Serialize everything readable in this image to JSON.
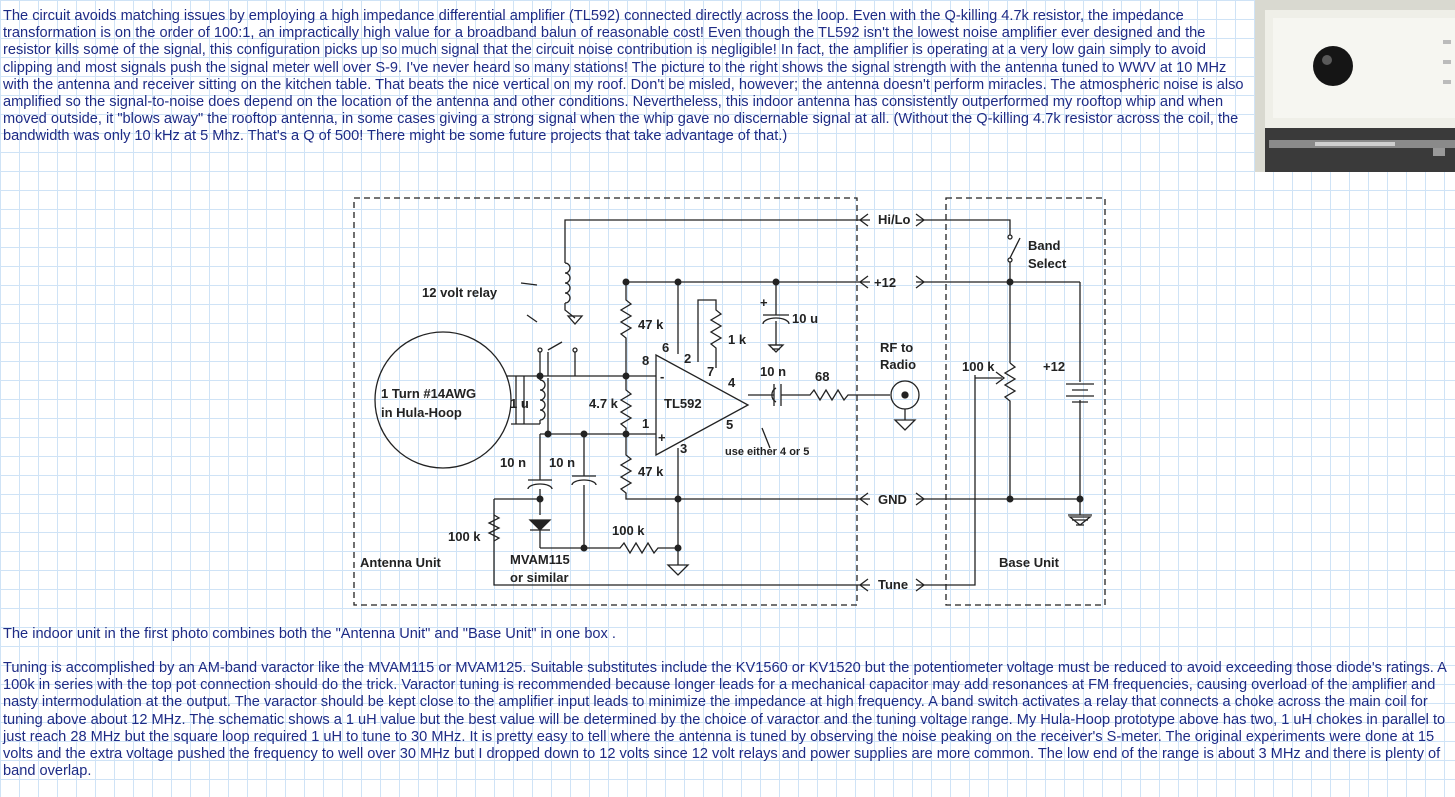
{
  "paragraphs": {
    "intro": "The circuit avoids matching issues by employing a high impedance differential amplifier (TL592) connected directly across the loop. Even with the Q-killing 4.7k resistor, the impedance transformation is on the order of 100:1, an impractically high value for a broadband balun of reasonable cost! Even though the TL592 isn't the lowest noise amplifier ever designed and the resistor kills some of the signal, this configuration picks up so much signal that the circuit noise contribution is negligible! In fact, the amplifier is operating at a very low gain simply to avoid clipping and most signals push the signal meter well over S-9. I've never heard so many stations!  The picture to the right shows the signal strength with the antenna tuned to WWV at 10 MHz with the antenna and receiver sitting on the kitchen table. That beats the nice vertical on my roof. Don't be misled, however; the antenna doesn't perform miracles. The atmospheric noise is also amplified so the signal-to-noise does depend on the location of the antenna and other conditions. Nevertheless, this indoor antenna has consistently outperformed my rooftop whip and when moved outside, it \"blows away\" the rooftop antenna, in some cases giving a strong signal when the whip gave no discernable signal at all. (Without the Q-killing 4.7k resistor across the coil, the bandwidth was only 10 kHz at 5 Mhz. That's a Q of 500! There might be some future projects that take advantage of that.)",
    "indoor": "The indoor unit in the first photo combines both the \"Antenna Unit\" and \"Base Unit\" in one box .",
    "tuning": "Tuning is accomplished by an AM-band varactor like the MVAM115 or MVAM125. Suitable substitutes include the KV1560 or KV1520 but the potentiometer voltage must be reduced to avoid exceeding those diode's ratings. A 100k in series with the top pot connection should do the trick. Varactor tuning is recommended because longer leads for a mechanical capacitor may add resonances at FM frequencies, causing overload of the amplifier and nasty intermodulation at the output. The varactor should be kept close to the amplifier input leads to minimize the impedance at high frequency. A band switch activates a relay that connects a choke across the main coil for tuning above about 12 MHz. The schematic shows a 1 uH value but the best value will be determined by the choice of varactor and the tuning voltage range. My Hula-Hoop prototype above has two, 1 uH chokes in parallel to just reach 28 MHz but the square loop required 1 uH to tune to 30 MHz. It is pretty easy to tell where the antenna is tuned by observing the noise peaking on the receiver's S-meter. The original experiments were done at 15 volts and the extra voltage pushed the frequency to well over 30 MHz but I dropped down to 12 volts since 12 volt relays and power supplies are more common.  The low end of the range is about 3 MHz and there is plenty of band overlap."
  },
  "schematic": {
    "units": {
      "antenna": "Antenna Unit",
      "base": "Base Unit"
    },
    "connectors": {
      "hilo": "Hi/Lo",
      "plus12": "+12",
      "gnd": "GND",
      "tune": "Tune"
    },
    "labels": {
      "relay": "12 volt relay",
      "loop_line1": "1 Turn #14AWG",
      "loop_line2": "in Hula-Hoop",
      "choke": "1 u",
      "r_q": "4.7 k",
      "r_top": "47 k",
      "r_bot": "47 k",
      "r_gain": "1 k",
      "c_bypass": "10 u",
      "c_out": "10 n",
      "r_out": "68",
      "amp": "TL592",
      "pin8": "8",
      "pin6": "6",
      "pin2": "2",
      "pin7": "7",
      "pin4": "4",
      "pin1": "1",
      "pin5": "5",
      "pin3": "3",
      "minus": "-",
      "plus": "+",
      "cap_plus": "+",
      "note": "use either 4 or 5",
      "c_left": "10 n",
      "c_right": "10 n",
      "r_tune": "100 k",
      "r_bias": "100 k",
      "varactor_line1": "MVAM115",
      "varactor_line2": "or similar",
      "rf_line1": "RF to",
      "rf_line2": "Radio",
      "band_line1": "Band",
      "band_line2": "Select",
      "pot": "100 k",
      "battery": "+12"
    }
  }
}
